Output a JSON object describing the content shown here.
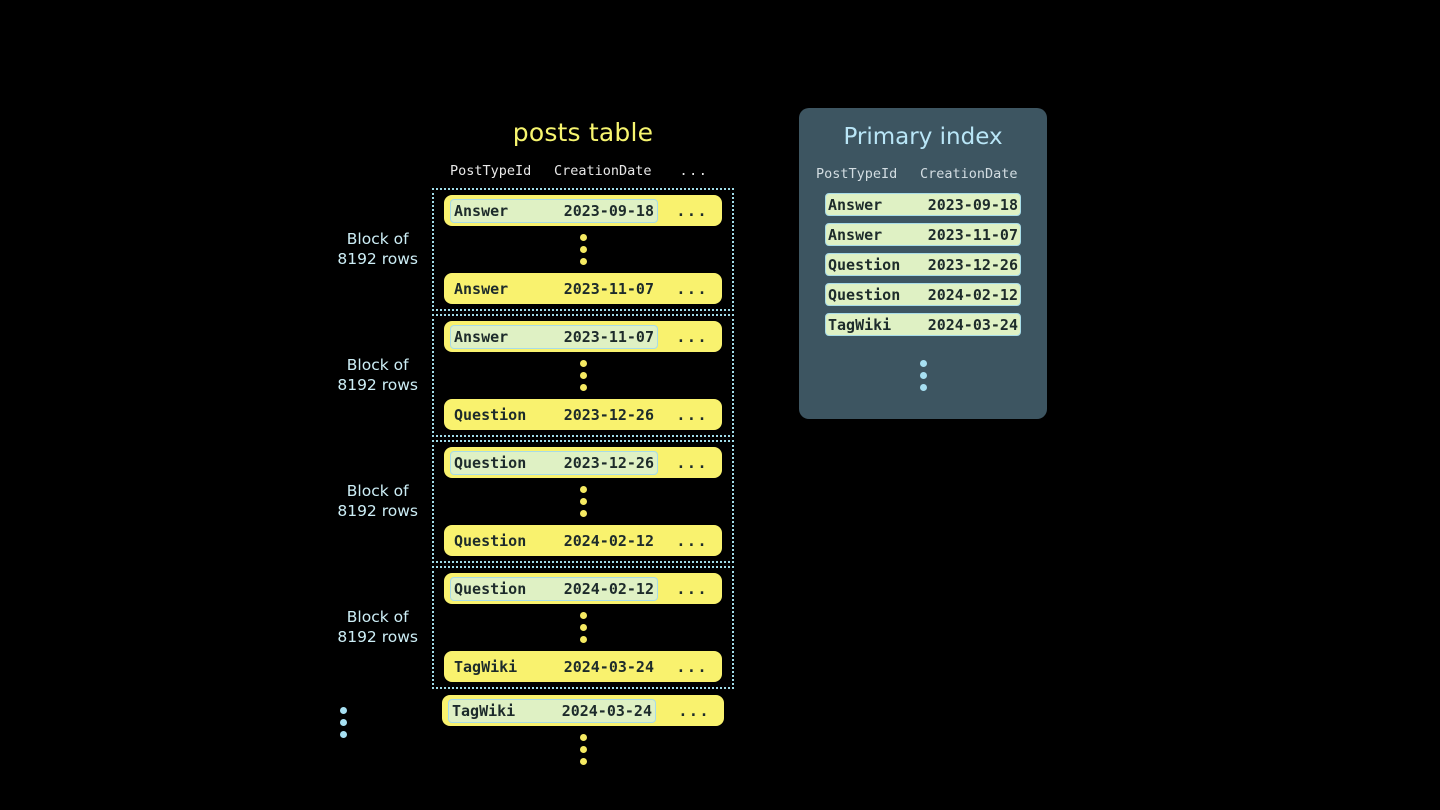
{
  "posts_table": {
    "title": "posts table",
    "columns": {
      "type": "PostTypeId",
      "date": "CreationDate",
      "more": "..."
    },
    "ellipsis": "...",
    "block_label": "Block of\n8192 rows",
    "block_label_line1": "Block of",
    "block_label_line2": "8192 rows",
    "blocks": [
      {
        "label_line1": "Block of",
        "label_line2": "8192 rows",
        "first_row": {
          "type": "Answer",
          "date": "2023-09-18",
          "more": "...",
          "marked": true
        },
        "last_row": {
          "type": "Answer",
          "date": "2023-11-07",
          "more": "...",
          "marked": false
        }
      },
      {
        "label_line1": "Block of",
        "label_line2": "8192 rows",
        "first_row": {
          "type": "Answer",
          "date": "2023-11-07",
          "more": "...",
          "marked": true
        },
        "last_row": {
          "type": "Question",
          "date": "2023-12-26",
          "more": "...",
          "marked": false
        }
      },
      {
        "label_line1": "Block of",
        "label_line2": "8192 rows",
        "first_row": {
          "type": "Question",
          "date": "2023-12-26",
          "more": "...",
          "marked": true
        },
        "last_row": {
          "type": "Question",
          "date": "2024-02-12",
          "more": "...",
          "marked": false
        }
      },
      {
        "label_line1": "Block of",
        "label_line2": "8192 rows",
        "first_row": {
          "type": "Question",
          "date": "2024-02-12",
          "more": "...",
          "marked": true
        },
        "last_row": {
          "type": "TagWiki",
          "date": "2024-03-24",
          "more": "...",
          "marked": false
        }
      }
    ],
    "tail_row": {
      "type": "TagWiki",
      "date": "2024-03-24",
      "more": "...",
      "marked": true
    }
  },
  "primary_index": {
    "title": "Primary index",
    "columns": {
      "type": "PostTypeId",
      "date": "CreationDate"
    },
    "rows": [
      {
        "type": "Answer",
        "date": "2023-09-18"
      },
      {
        "type": "Answer",
        "date": "2023-11-07"
      },
      {
        "type": "Question",
        "date": "2023-12-26"
      },
      {
        "type": "Question",
        "date": "2024-02-12"
      },
      {
        "type": "TagWiki",
        "date": "2024-03-24"
      }
    ]
  },
  "colors": {
    "background": "#000000",
    "row_yellow": "#f9f26e",
    "mark_green": "#dff1c4",
    "mark_border": "#a8dce8",
    "block_border": "#9fdbe8",
    "title_yellow": "#f7f56f",
    "panel_slate": "#3d5561",
    "panel_title_blue": "#b9e6f7",
    "label_cyan": "#cdeef6",
    "dot_yellow": "#f5ea62",
    "dot_cyan": "#a7e0f2"
  }
}
